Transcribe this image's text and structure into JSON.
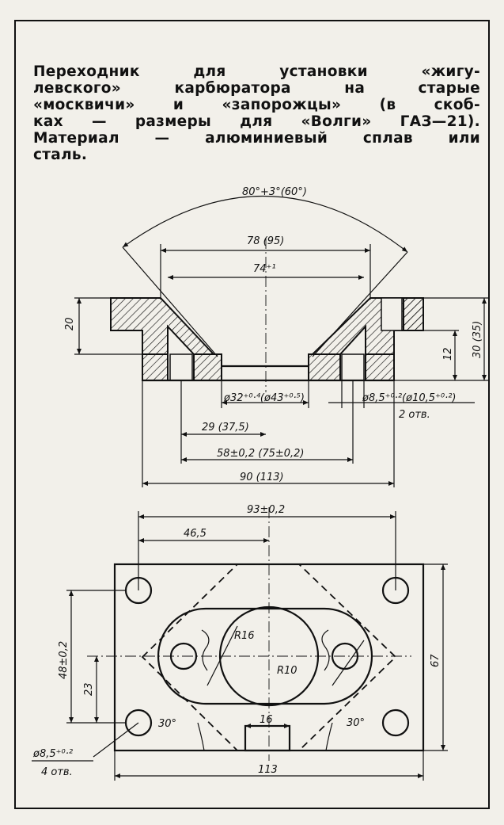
{
  "caption": {
    "lines": [
      "Переходник для установки «жигу-",
      "левского» карбюратора на старые",
      "«москвичи» и «запорожцы» (в скоб-",
      "ках — размеры для «Волги» ГАЗ—21).",
      "Материал — алюминиевый сплав или",
      "сталь."
    ]
  },
  "section_view": {
    "angle_label": "80°+3°(60°)",
    "dim_78": "78 (95)",
    "dim_74": "74⁺¹",
    "dim_20": "20",
    "dim_12": "12",
    "dim_30": "30 (35)",
    "dim_bore": "ø32⁺⁰·⁴(ø43⁺⁰·⁵)",
    "dim_hole": "ø8,5⁺⁰·²(ø10,5⁺⁰·²)",
    "dim_hole_count": "2 отв.",
    "dim_29": "29 (37,5)",
    "dim_58": "58±0,2 (75±0,2)",
    "dim_90": "90 (113)"
  },
  "plan_view": {
    "dim_93": "93±0,2",
    "dim_46_5": "46,5",
    "dim_48": "48±0,2",
    "dim_23": "23",
    "dim_67": "67",
    "r16": "R16",
    "r10": "R10",
    "angle_left": "30°",
    "angle_right": "30°",
    "dim_16": "16",
    "dim_113": "113",
    "corner_hole": "ø8,5⁺⁰·²",
    "corner_hole_count": "4 отв."
  }
}
